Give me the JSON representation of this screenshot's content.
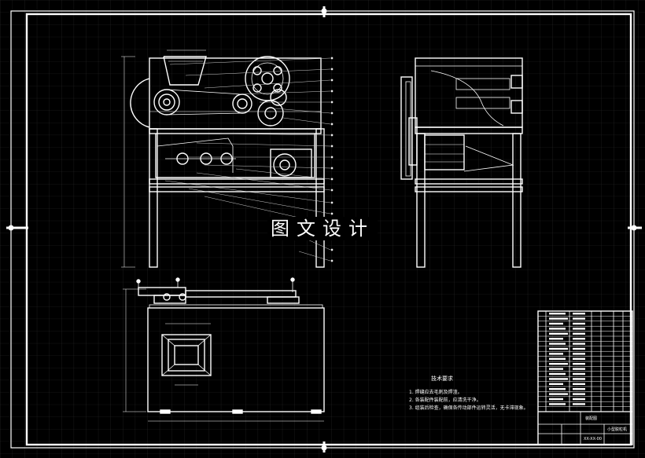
{
  "watermark": "图文设计",
  "notes": {
    "title": "技术要求",
    "lines": [
      "1. 焊缝应去毛刺及焊渣。",
      "2. 各装配件装配前，应清洗干净。",
      "3. 组装后检查，确保各传动部件运转灵活，无卡滞现象。"
    ]
  },
  "title_block": {
    "drawing_name": "装配图",
    "product_name": "小型脱粒机",
    "drawing_number": "XX-XX-00"
  },
  "colors": {
    "background": "#000000",
    "grid": "#2a2a2a",
    "line": "#ffffff",
    "leader": "#cccccc"
  }
}
